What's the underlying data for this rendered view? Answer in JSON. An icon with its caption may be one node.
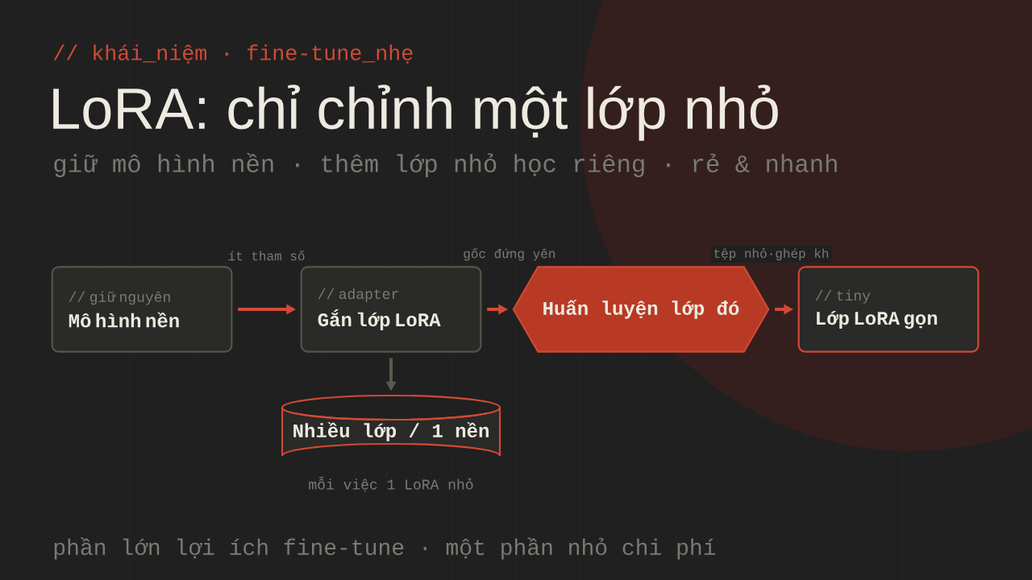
{
  "diagram": {
    "title": "LoRA: chỉ chỉnh một lớp nhỏ",
    "nodes": [
      {
        "text": [
          "// giữ nguyên",
          "Mô hình nền"
        ]
      },
      {
        "text": [
          "// adapter",
          "Gắn lớp LoRA"
        ]
      },
      {
        "text": [
          "Huấn luyện lớp đó"
        ]
      },
      {
        "text": [
          "// tiny",
          "Lớp LoRA gọn"
        ]
      },
      {
        "text": [
          "Nhiều lớp / 1 nền"
        ],
        "beside": [
          "mỗi việc 1 LoRA nhỏ"
        ]
      }
    ],
    "edges": [
      {
        "from": 0,
        "to": 1,
        "arrow": "to",
        "label": "ít tham số"
      },
      {
        "from": 1,
        "to": 2,
        "arrow": "to",
        "label": "gốc đứng yên"
      },
      {
        "from": 2,
        "to": 3,
        "arrow": "to",
        "label": "tệp nhỏ·ghép kh"
      },
      {
        "from": 1,
        "to": 4,
        "arrow": "to",
        "color": "#5a5a4e"
      }
    ],
    "labels": [
      "// khái_niệm · fine-tune_nhẹ",
      "giữ mô hình nền · thêm lớp nhỏ học riêng · rẻ & nhanh",
      "phần lớn lợi ích fine-tune · một phần nhỏ chi phí"
    ]
  }
}
